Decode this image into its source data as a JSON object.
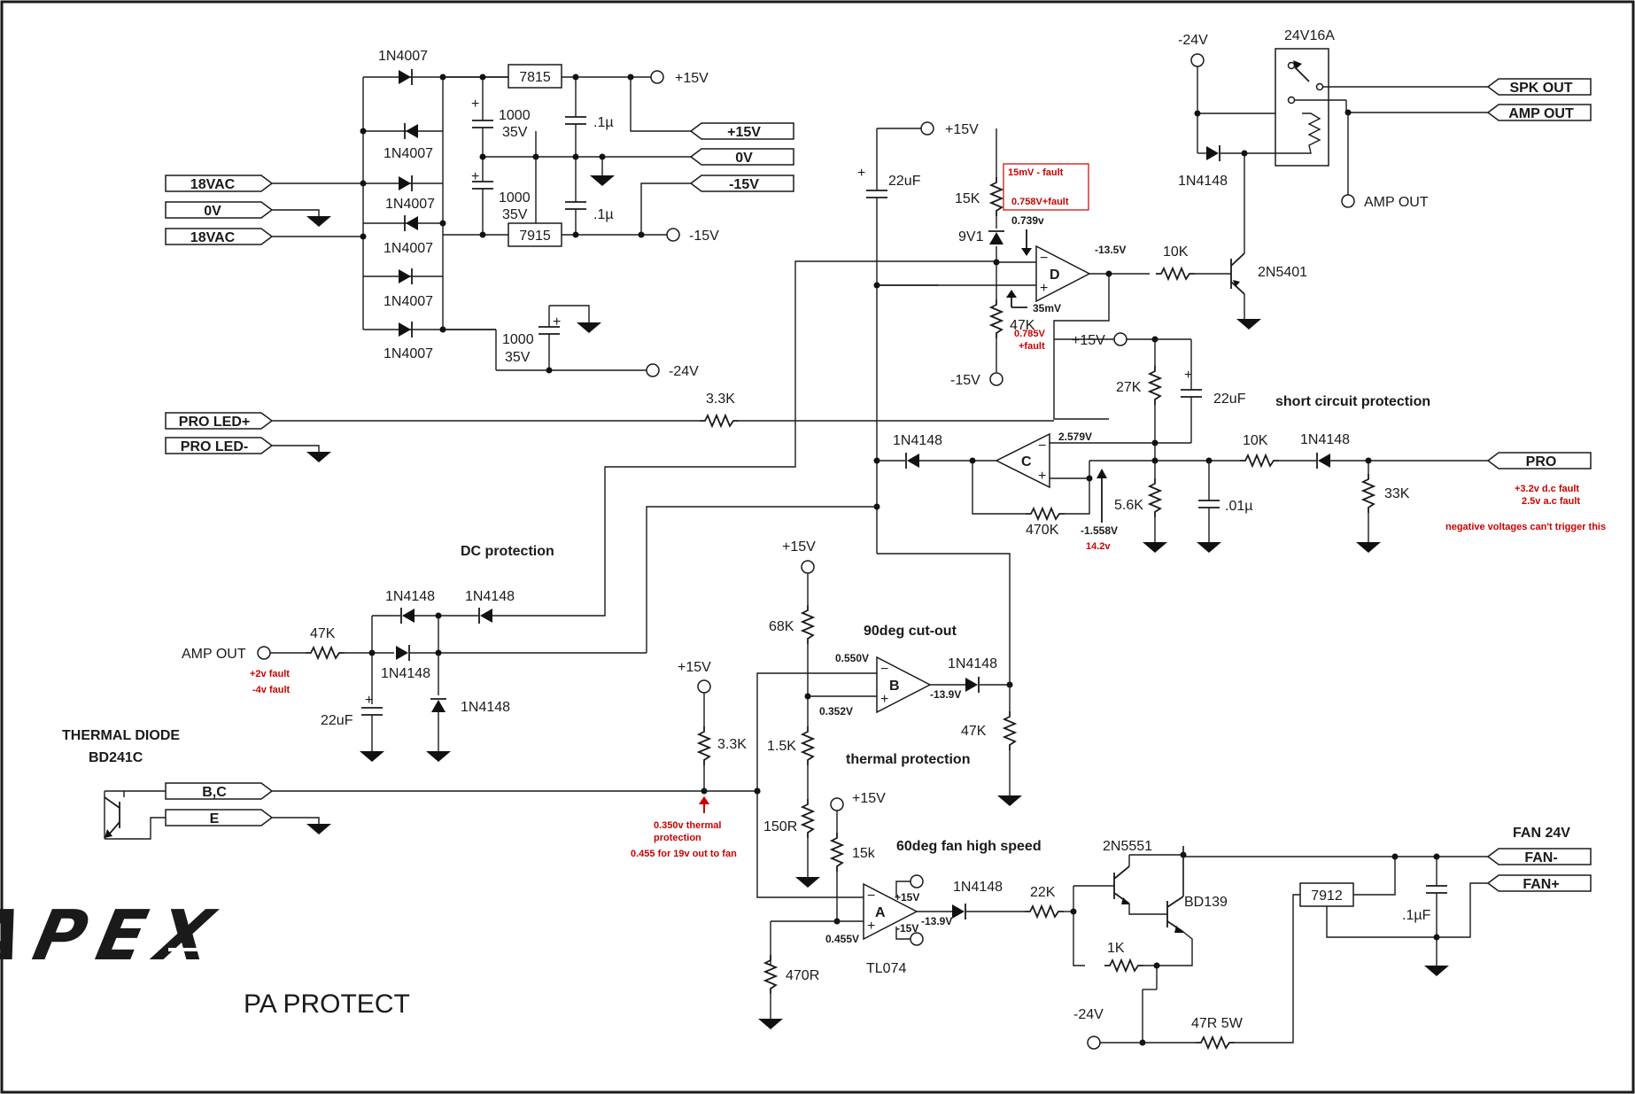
{
  "title": "PA PROTECT",
  "logo": "APEX",
  "colors": {
    "ink": "#1a1a1a",
    "fault_note": "#cc0000"
  },
  "connectors": {
    "in_18vac_1": "18VAC",
    "in_0v": "0V",
    "in_18vac_2": "18VAC",
    "out_p15": "+15V",
    "out_0v": "0V",
    "out_m15": "-15V",
    "pro_led_p": "PRO LED+",
    "pro_led_m": "PRO LED-",
    "bc": "B,C",
    "e": "E",
    "spk_out": "SPK OUT",
    "amp_out": "AMP OUT",
    "pro": "PRO",
    "fan_m": "FAN-",
    "fan_p": "FAN+"
  },
  "rails": {
    "p15": "+15V",
    "m15": "-15V",
    "m24": "-24V"
  },
  "components": {
    "diode_1n4007": "1N4007",
    "diode_1n4148": "1N4148",
    "reg_7815": "7815",
    "reg_7915": "7915",
    "reg_7912": "7912",
    "cap_1000": "1000",
    "cap_35v": "35V",
    "cap_01u": ".1µ",
    "cap_01uf": ".1µF",
    "cap_001u": ".01µ",
    "cap_22uf": "22uF",
    "relay": "24V16A",
    "q_2n5401": "2N5401",
    "q_2n5551": "2N5551",
    "q_bd139": "BD139",
    "zener": "9V1",
    "r_15k": "15K",
    "r_47k": "47K",
    "r_10k": "10K",
    "r_33k_pro": "33K",
    "r_27k": "27K",
    "r_56k": "5.6K",
    "r_470k": "470K",
    "r_33k": "3.3K",
    "r_68k": "68K",
    "r_15k_b": "1.5K",
    "r_150r": "150R",
    "r_15k_small": "15k",
    "r_470r": "470R",
    "r_22k": "22K",
    "r_1k": "1K",
    "r_47r5w": "47R 5W",
    "opamp_tl074": "TL074",
    "thermal_diode": "THERMAL DIODE",
    "thermal_part": "BD241C",
    "fan24": "FAN 24V",
    "amp_out_node": "AMP OUT"
  },
  "opamps": {
    "a": "A",
    "b": "B",
    "c": "C",
    "d": "D",
    "vp": "+15V",
    "vm": "-15V"
  },
  "section_labels": {
    "dc": "DC protection",
    "short": "short circuit protection",
    "cutout": "90deg cut-out",
    "thermal": "thermal protection",
    "fan": "60deg fan high speed"
  },
  "measurements": {
    "v0739": "0.739v",
    "v35m": "35mV",
    "vm135": "-13.5V",
    "v2579": "2.579V",
    "vm1558": "-1.558V",
    "v0550": "0.550V",
    "v0352": "0.352V",
    "vm139b": "-13.9V",
    "vm139a": "-13.9V",
    "v0455": "0.455V"
  },
  "fault_notes": {
    "f15mv": "15mV - fault",
    "f0758": "0.758V+fault",
    "f0785a": "0.785V",
    "f0785b": "+fault",
    "f142": "14.2v",
    "amp_p": "+2v fault",
    "amp_m": "-4v fault",
    "pro1": "+3.2v d.c fault",
    "pro2": "2.5v a.c fault",
    "pro3": "negative voltages can't trigger this",
    "th1": "0.350v thermal",
    "th2": "protection",
    "th3": "0.455 for 19v out to fan"
  }
}
